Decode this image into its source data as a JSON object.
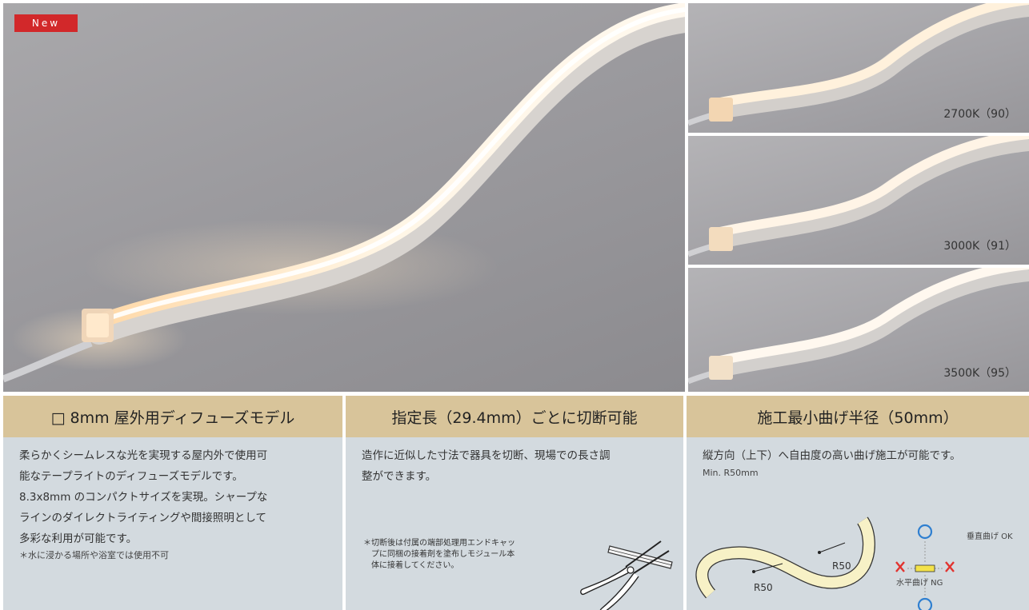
{
  "hero": {
    "badge": "New"
  },
  "variants": [
    {
      "label": "2700K（90）"
    },
    {
      "label": "3000K（91）"
    },
    {
      "label": "3500K（95）"
    }
  ],
  "features": [
    {
      "title": "□ 8mm 屋外用ディフューズモデル",
      "lines": [
        "柔らかくシームレスな光を実現する屋内外で使用可",
        "能なテープライトのディフューズモデルです。",
        "8.3x8mm のコンパクトサイズを実現。シャープな",
        "ラインのダイレクトライティングや間接照明として",
        "多彩な利用が可能です。"
      ],
      "note": "＊水に浸かる場所や浴室では使用不可"
    },
    {
      "title": "指定長（29.4mm）ごとに切断可能",
      "lines": [
        "造作に近似した寸法で器具を切断、現場での長さ調",
        "整ができます。"
      ],
      "note_lines": [
        "＊切断後は付属の端部処理用エンドキャッ",
        "　プに同梱の接着剤を塗布しモジュール本",
        "　体に接着してください。"
      ]
    },
    {
      "title": "施工最小曲げ半径（50mm）",
      "lines": [
        "縦方向（上下）へ自由度の高い曲げ施工が可能です。"
      ],
      "min": "Min. R50mm",
      "r_label_1": "R50",
      "r_label_2": "R50",
      "vertical_ok": "垂直曲げ OK",
      "horizontal_ng": "水平曲げ NG"
    }
  ],
  "colors": {
    "badge_red": "#d2282a",
    "header_tan": "#d8c49a",
    "body_blue_gray": "#d3dadf",
    "ok_blue": "#2f7fd0",
    "ng_red": "#e2332f",
    "strip_glow": "#fff4e0"
  }
}
